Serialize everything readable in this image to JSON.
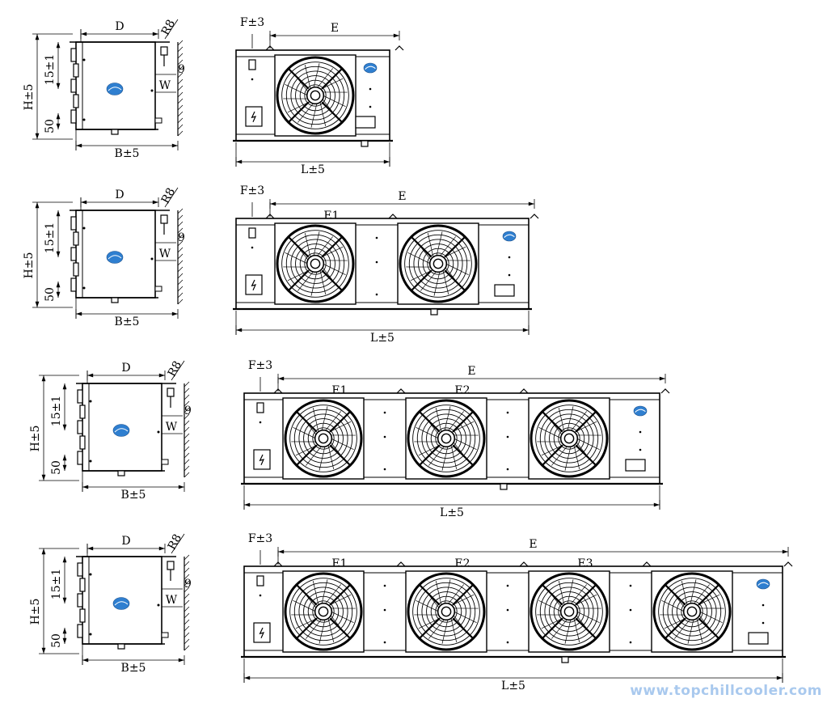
{
  "labels": {
    "D": "D",
    "R8": "R8",
    "H": "H±5",
    "h15": "15±1",
    "h50": "50",
    "n9": "9",
    "W": "W",
    "B": "B±5",
    "F": "F±3",
    "E": "E",
    "E1": "E1",
    "E2": "E2",
    "E3": "E3",
    "L": "L±5"
  },
  "units": [
    {
      "fans": 1,
      "spacings": []
    },
    {
      "fans": 2,
      "spacings": [
        "E1"
      ]
    },
    {
      "fans": 3,
      "spacings": [
        "E1",
        "E2"
      ]
    },
    {
      "fans": 4,
      "spacings": [
        "E1",
        "E2",
        "E3"
      ]
    }
  ],
  "watermark": "www.topchillcooler.com",
  "colors": {
    "line": "#000000",
    "logo": "#2f7fd0",
    "watermark": "#a9c9ee"
  },
  "icons": [
    "fan-icon",
    "electrical-box-icon",
    "brand-logo-icon"
  ]
}
